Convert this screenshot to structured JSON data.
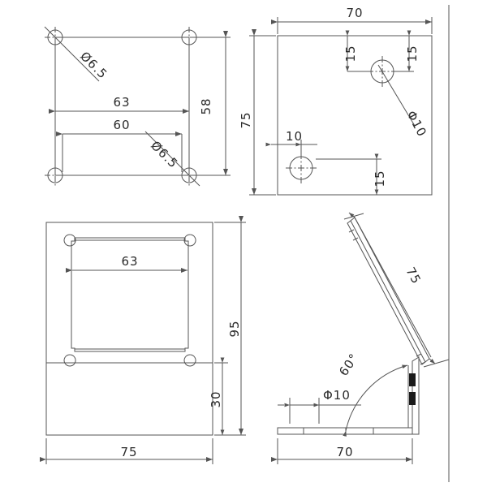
{
  "drawing": {
    "title": "Bracket technical drawing — 4 orthographic views",
    "line_color": "#555555",
    "text_color": "#2b2b2b",
    "background": "#ffffff",
    "units": "mm"
  },
  "views": {
    "top_left": {
      "name": "top-view-mounting-plate",
      "dims": {
        "width_outer": "63",
        "width_inner": "60",
        "height": "58",
        "hole_upper_left": "Ø6.5",
        "hole_lower_right": "Ø6.5"
      }
    },
    "top_right": {
      "name": "front-view-plate",
      "dims": {
        "width": "70",
        "height": "75",
        "hole_top_edge": "15",
        "hole_right_edge": "15",
        "hole_diameter": "Φ10",
        "lower_hole_left_edge": "10",
        "lower_hole_bottom_offset": "15"
      }
    },
    "bottom_left": {
      "name": "rear-view-bracket",
      "dims": {
        "inner_width": "63",
        "total_height": "95",
        "base_height": "30",
        "total_width": "75"
      }
    },
    "bottom_right": {
      "name": "side-view-tilted-arm",
      "dims": {
        "arm_length": "75",
        "angle": "60°",
        "slot_diameter": "Φ10",
        "base_length": "70"
      }
    }
  }
}
